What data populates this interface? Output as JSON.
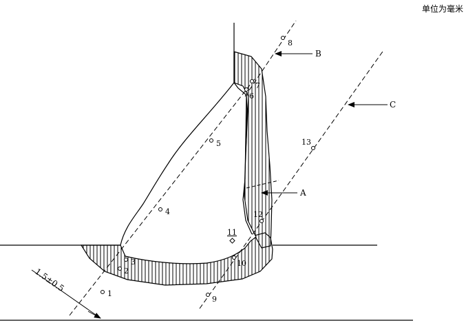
{
  "unit_note": "单位为毫米",
  "dimension": {
    "label": "1.5±0.5"
  },
  "line_labels": {
    "a": "A",
    "b": "B",
    "c": "C"
  },
  "points": [
    {
      "id": "p1",
      "label": "1"
    },
    {
      "id": "p2",
      "label": "2"
    },
    {
      "id": "p3",
      "label": "3"
    },
    {
      "id": "p4",
      "label": "4"
    },
    {
      "id": "p5",
      "label": "5"
    },
    {
      "id": "p6",
      "label": "6"
    },
    {
      "id": "p7",
      "label": "7"
    },
    {
      "id": "p8",
      "label": "8"
    },
    {
      "id": "p9",
      "label": "9"
    },
    {
      "id": "p10",
      "label": "10"
    },
    {
      "id": "p11",
      "label": "11"
    },
    {
      "id": "p12",
      "label": "12"
    },
    {
      "id": "p13",
      "label": "13"
    }
  ],
  "colors": {
    "ink": "#000000",
    "background": "#ffffff"
  }
}
